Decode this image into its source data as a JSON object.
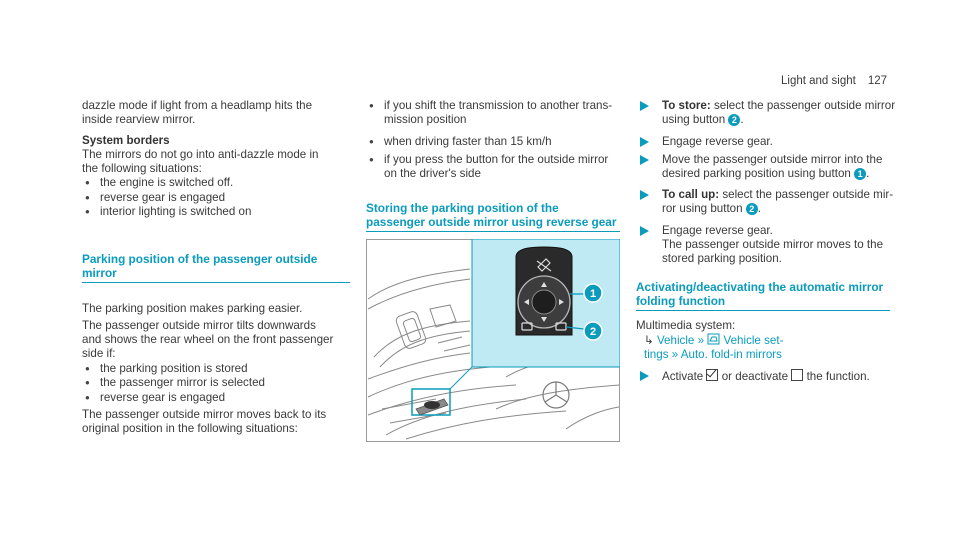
{
  "header": {
    "section": "Light and sight",
    "page": "127"
  },
  "col1": {
    "intro": [
      "dazzle mode if light from a headlamp hits the",
      "inside rearview mirror."
    ],
    "borders_title": "System borders",
    "borders_text": [
      "The mirrors do not go into anti-dazzle mode in",
      "the following situations:"
    ],
    "borders_items": [
      "the engine is switched off.",
      "reverse gear is engaged",
      "interior lighting is switched on"
    ],
    "parking_heading": [
      "Parking position of the passenger outside",
      "mirror"
    ],
    "parking_p1": "The parking position makes parking easier.",
    "parking_p2": [
      "The passenger outside mirror tilts downwards",
      "and shows the rear wheel on the front passenger",
      "side if:"
    ],
    "parking_items": [
      "the parking position is stored",
      "the passenger mirror is selected",
      "reverse gear is engaged"
    ],
    "parking_p3": [
      "The passenger outside mirror moves back to its",
      "original position in the following situations:"
    ]
  },
  "col2": {
    "items": [
      [
        "if you shift the transmission to another trans-",
        "mission position"
      ],
      [
        "when driving faster than 15 km/h"
      ],
      [
        "if you press the button for the outside mirror",
        "on the driver's side"
      ]
    ],
    "storing_heading": [
      "Storing the parking position of the",
      "passenger outside mirror using reverse gear"
    ],
    "callout1": "1",
    "callout2": "2"
  },
  "col3": {
    "s1_bold": "To store:",
    "s1_a": "select the passenger outside mirror",
    "s1_b": "using button",
    "s1_num": "2",
    "s2": "Engage reverse gear.",
    "s3_a": "Move the passenger outside mirror into the",
    "s3_b": "desired parking position using button",
    "s3_num": "1",
    "s4_bold": "To call up:",
    "s4_a": "select the passenger outside mir-",
    "s4_b": "ror using button",
    "s4_num": "2",
    "s5_a": "Engage reverse gear.",
    "s5_b": "The passenger outside mirror moves to the",
    "s5_c": "stored parking position.",
    "fold_heading": [
      "Activating/deactivating the automatic mirror",
      "folding function"
    ],
    "multimedia": "Multimedia system:",
    "menu_vehicle": "Vehicle",
    "menu_settings_a": "Vehicle set-",
    "menu_settings_b": "tings",
    "menu_autofold": "Auto. fold-in mirrors",
    "act_a": "Activate",
    "act_b": "or deactivate",
    "act_c": "the function."
  },
  "colors": {
    "accent": "#0a9bbd",
    "panel": "#bfeaf3"
  }
}
